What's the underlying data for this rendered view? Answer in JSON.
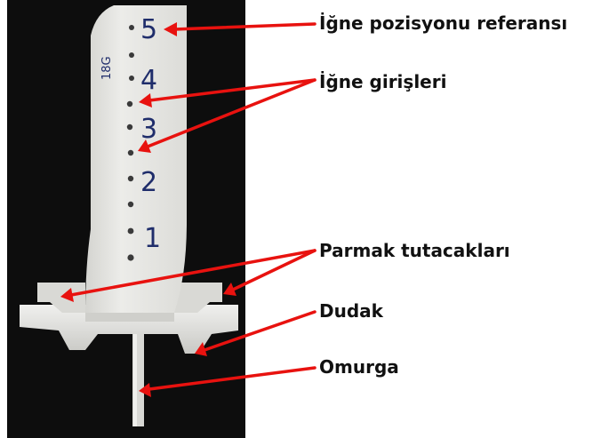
{
  "annotations": [
    "İğne pozisyonu referansı",
    "İğne girişleri",
    "Parmak tutacakları",
    "Dudak",
    "Omurga"
  ],
  "template": {
    "gauge_label": "18G",
    "depth_numbers": [
      "5",
      "4",
      "3",
      "2",
      "1"
    ]
  },
  "colors": {
    "arrow": "#e8120f",
    "photo_background": "#0d0d0d",
    "template_body": "#e7e7e4",
    "number_ink": "#1f2d6b"
  }
}
